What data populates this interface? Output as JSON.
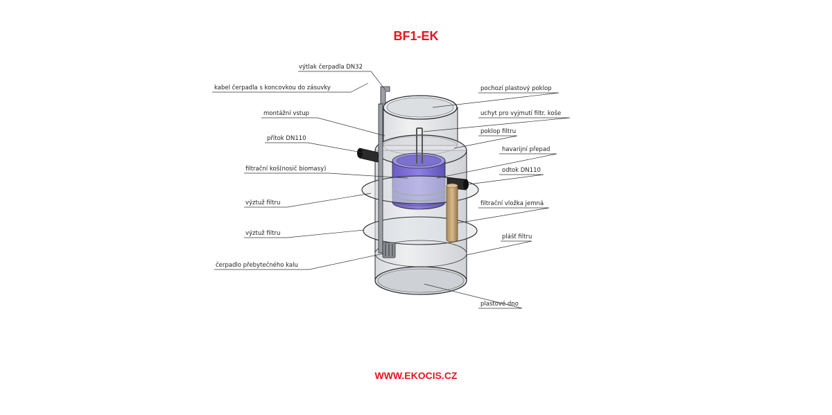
{
  "title": "BF1-EK",
  "footer_url": "WWW.EKOCIS.CZ",
  "colors": {
    "accent": "#e8141b",
    "outline": "#2a2a2a",
    "glass": "#c9cdd2",
    "biomass": "#7d6fd6",
    "filter_insert": "#c7a57a"
  },
  "labels": {
    "vytlak": "výtlak čerpadla DN32",
    "kabel": "kabel čerpadla s koncovkou do zásuvky",
    "montazni": "montážní vstup",
    "pritok": "přítok DN110",
    "kos": "filtrační koš(nosič biomasy)",
    "vyztuz1": "výztuž filtru",
    "vyztuz2": "výztuž filtru",
    "cerpadlo": "čerpadlo přebytečného kalu",
    "poklop": "pochozí plastový poklop",
    "uchyt": "uchyt pro vyjmutí filtr. koše",
    "poklop_filtru": "poklop filtru",
    "havarijni": "havarijní přepad",
    "odtok": "odtok DN110",
    "vlozka": "filtrační vložka jemná",
    "plast": "plášť filtru",
    "dno": "plastové dno"
  }
}
